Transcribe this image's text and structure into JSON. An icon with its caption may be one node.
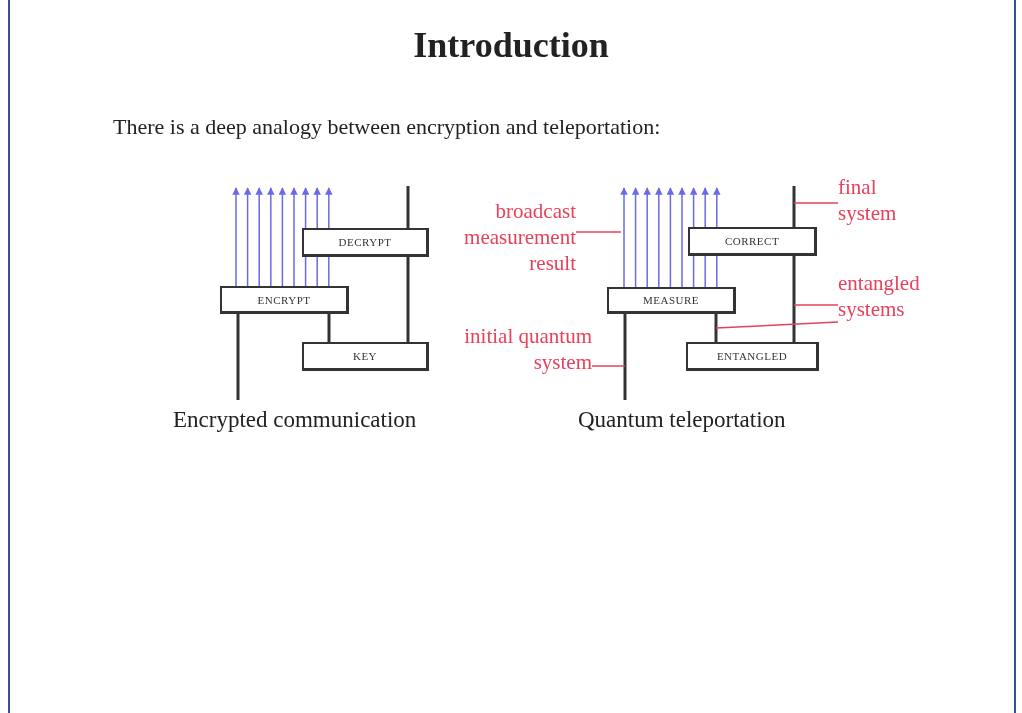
{
  "diagram": {
    "title": "Introduction",
    "nodes": [
      {
        "text": [
          "ENCRYPT"
        ]
      },
      {
        "text": [
          "DECRYPT"
        ]
      },
      {
        "text": [
          "KEY"
        ]
      },
      {
        "text": [
          "MEASURE"
        ]
      },
      {
        "text": [
          "CORRECT"
        ]
      },
      {
        "text": [
          "ENTANGLED"
        ]
      },
      {
        "text": [
          "broadcast measurement result"
        ]
      },
      {
        "text": [
          "initial quantum system"
        ]
      },
      {
        "text": [
          "final system"
        ]
      },
      {
        "text": [
          "entangled systems"
        ]
      }
    ],
    "edges": [
      {
        "from": null,
        "to": 0,
        "arrow": "none",
        "color": "#333333"
      },
      {
        "from": 0,
        "to": null,
        "arrow": "to",
        "color": "#6a6ae8"
      },
      {
        "from": 0,
        "to": null,
        "arrow": "to",
        "color": "#6a6ae8"
      },
      {
        "from": 0,
        "to": null,
        "arrow": "to",
        "color": "#6a6ae8"
      },
      {
        "from": 0,
        "to": null,
        "arrow": "to",
        "color": "#6a6ae8"
      },
      {
        "from": 0,
        "to": null,
        "arrow": "to",
        "color": "#6a6ae8"
      },
      {
        "from": 0,
        "to": null,
        "arrow": "to",
        "color": "#6a6ae8"
      },
      {
        "from": 0,
        "to": null,
        "arrow": "to",
        "color": "#6a6ae8"
      },
      {
        "from": 0,
        "to": null,
        "arrow": "to",
        "color": "#6a6ae8"
      },
      {
        "from": 0,
        "to": null,
        "arrow": "to",
        "color": "#6a6ae8"
      },
      {
        "from": 2,
        "to": 0,
        "arrow": "none",
        "color": "#333333"
      },
      {
        "from": 2,
        "to": 1,
        "arrow": "none",
        "color": "#333333"
      },
      {
        "from": 1,
        "to": null,
        "arrow": "none",
        "color": "#333333"
      },
      {
        "from": null,
        "to": 3,
        "arrow": "none",
        "color": "#333333"
      },
      {
        "from": 3,
        "to": null,
        "arrow": "to",
        "color": "#6a6ae8"
      },
      {
        "from": 3,
        "to": null,
        "arrow": "to",
        "color": "#6a6ae8"
      },
      {
        "from": 3,
        "to": null,
        "arrow": "to",
        "color": "#6a6ae8"
      },
      {
        "from": 3,
        "to": null,
        "arrow": "to",
        "color": "#6a6ae8"
      },
      {
        "from": 3,
        "to": null,
        "arrow": "to",
        "color": "#6a6ae8"
      },
      {
        "from": 3,
        "to": null,
        "arrow": "to",
        "color": "#6a6ae8"
      },
      {
        "from": 3,
        "to": null,
        "arrow": "to",
        "color": "#6a6ae8"
      },
      {
        "from": 3,
        "to": null,
        "arrow": "to",
        "color": "#6a6ae8"
      },
      {
        "from": 3,
        "to": null,
        "arrow": "to",
        "color": "#6a6ae8"
      },
      {
        "from": 5,
        "to": 3,
        "arrow": "none",
        "color": "#333333"
      },
      {
        "from": 5,
        "to": 4,
        "arrow": "none",
        "color": "#333333"
      },
      {
        "from": 4,
        "to": null,
        "arrow": "none",
        "color": "#333333"
      },
      {
        "from": 6,
        "to": null,
        "arrow": "none",
        "color": "#e8405a"
      },
      {
        "from": 7,
        "to": null,
        "arrow": "none",
        "color": "#e8405a"
      },
      {
        "from": 8,
        "to": null,
        "arrow": "none",
        "color": "#e8405a"
      },
      {
        "from": 9,
        "to": null,
        "arrow": "none",
        "color": "#e8405a"
      },
      {
        "from": 9,
        "to": null,
        "arrow": "none",
        "color": "#e8405a"
      }
    ],
    "labels": [
      "There is a deep analogy between encryption and teleportation:",
      "Encrypted communication",
      "Quantum teleportation"
    ]
  }
}
